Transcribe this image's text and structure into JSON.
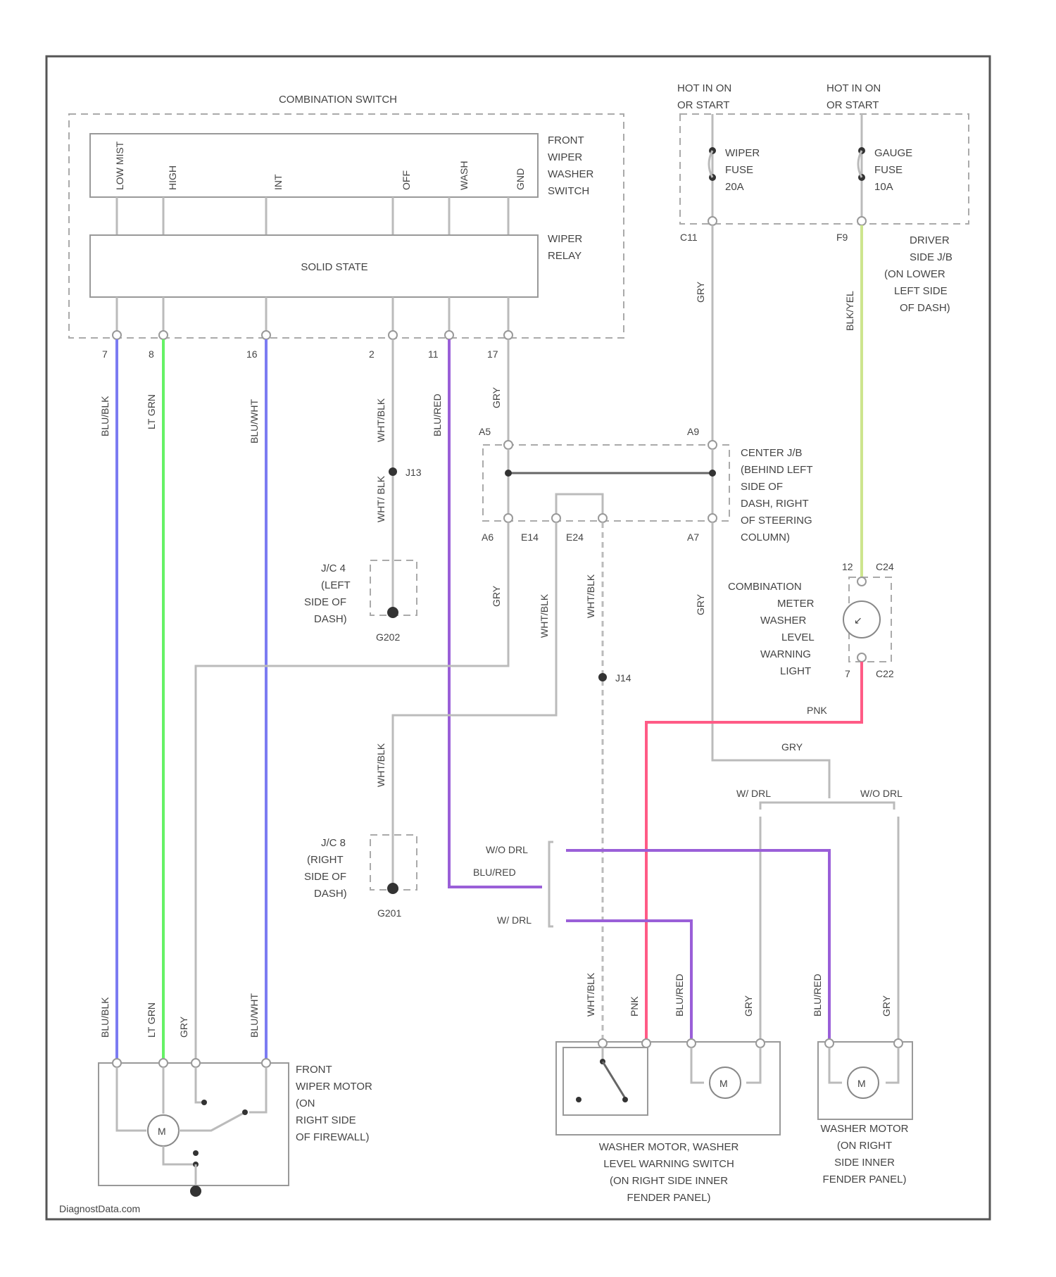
{
  "title": "COMBINATION SWITCH",
  "front_switch_label": [
    "FRONT",
    "WIPER",
    "WASHER",
    "SWITCH"
  ],
  "switch_positions": [
    "LOW MIST",
    "HIGH",
    "INT",
    "OFF",
    "WASH",
    "GND"
  ],
  "solid_state": "SOLID STATE",
  "wiper_relay": [
    "WIPER",
    "RELAY"
  ],
  "hot_left": [
    "HOT IN ON",
    "OR START"
  ],
  "hot_right": [
    "HOT IN ON",
    "OR START"
  ],
  "wiper_fuse": [
    "WIPER",
    "FUSE",
    "20A"
  ],
  "gauge_fuse": [
    "GAUGE",
    "FUSE",
    "10A"
  ],
  "driver_jb": [
    "DRIVER",
    "SIDE J/B",
    "(ON LOWER",
    "LEFT SIDE",
    "OF DASH)"
  ],
  "center_jb": [
    "CENTER J/B",
    "(BEHIND LEFT",
    "SIDE OF",
    "DASH, RIGHT",
    "OF STEERING",
    "COLUMN)"
  ],
  "jc4": [
    "J/C 4",
    "(LEFT",
    "SIDE OF",
    "DASH)"
  ],
  "jc8": [
    "J/C 8",
    "(RIGHT",
    "SIDE OF",
    "DASH)"
  ],
  "comb_meter": [
    "COMBINATION",
    "METER",
    "WASHER",
    "LEVEL",
    "WARNING",
    "LIGHT"
  ],
  "front_wiper_motor": [
    "FRONT",
    "WIPER MOTOR",
    "(ON",
    "RIGHT SIDE",
    "OF FIREWALL)"
  ],
  "washer_motor_switch": [
    "WASHER MOTOR, WASHER",
    "LEVEL WARNING SWITCH",
    "(ON RIGHT SIDE INNER",
    "FENDER PANEL)"
  ],
  "washer_motor_right": [
    "WASHER MOTOR",
    "(ON RIGHT",
    "SIDE INNER",
    "FENDER PANEL)"
  ],
  "wire_colors": {
    "blu_blk": "BLU/BLK",
    "lt_grn": "LT GRN",
    "blu_wht": "BLU/WHT",
    "wht_blk": "WHT/BLK",
    "blu_red": "BLU/RED",
    "gry": "GRY",
    "blk_yel": "BLK/YEL",
    "pnk": "PNK",
    "wht_blk_short": "WHT/ BLK"
  },
  "connectors": {
    "c11": "C11",
    "f9": "F9",
    "a5": "A5",
    "a9": "A9",
    "a6": "A6",
    "e14": "E14",
    "e24": "E24",
    "a7": "A7",
    "c24": "C24",
    "c22": "C22",
    "j13": "J13",
    "j14": "J14",
    "g202": "G202",
    "g201": "G201"
  },
  "pins_top": [
    "7",
    "8",
    "16",
    "2",
    "11",
    "17"
  ],
  "pins_meter": [
    "12",
    "7"
  ],
  "options": {
    "wo_drl": "W/O DRL",
    "w_drl": "W/ DRL"
  },
  "watermark": "DiagnostData.com"
}
